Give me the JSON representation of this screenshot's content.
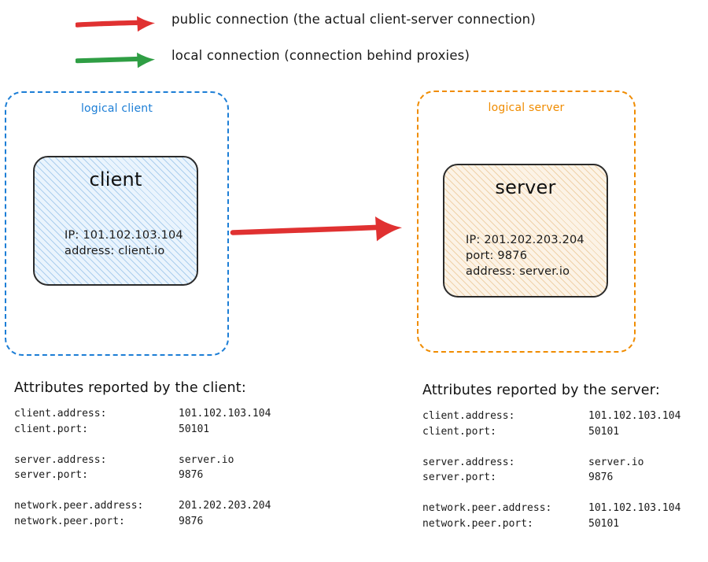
{
  "legend": {
    "items": [
      {
        "icon": "red-arrow-icon",
        "color": "#e03131",
        "label": "public connection (the actual client-server connection)"
      },
      {
        "icon": "green-arrow-icon",
        "color": "#2f9e44",
        "label": "local connection (connection behind proxies)"
      }
    ]
  },
  "diagram": {
    "connection_arrow": {
      "icon": "red-arrow-icon",
      "color": "#e03131",
      "from": "client",
      "to": "server"
    },
    "client_group": {
      "label": "logical client",
      "border_color": "#1c7ed6",
      "node": {
        "title": "client",
        "fill_color": "#eaf4fd",
        "details": [
          "IP: 101.102.103.104",
          "address: client.io"
        ]
      }
    },
    "server_group": {
      "label": "logical server",
      "border_color": "#f08c00",
      "node": {
        "title": "server",
        "fill_color": "#fcf3e6",
        "details": [
          "IP: 201.202.203.204",
          "port: 9876",
          "address: server.io"
        ]
      }
    }
  },
  "attributes_client": {
    "heading": "Attributes reported by the client:",
    "rows": [
      {
        "key": "client.address:",
        "value": "101.102.103.104"
      },
      {
        "key": "client.port:",
        "value": "50101"
      },
      {
        "key": "",
        "value": ""
      },
      {
        "key": "server.address:",
        "value": "server.io"
      },
      {
        "key": "server.port:",
        "value": "9876"
      },
      {
        "key": "",
        "value": ""
      },
      {
        "key": "network.peer.address:",
        "value": "201.202.203.204"
      },
      {
        "key": "network.peer.port:",
        "value": "9876"
      }
    ]
  },
  "attributes_server": {
    "heading": "Attributes reported by the server:",
    "rows": [
      {
        "key": "client.address:",
        "value": "101.102.103.104"
      },
      {
        "key": "client.port:",
        "value": "50101"
      },
      {
        "key": "",
        "value": ""
      },
      {
        "key": "server.address:",
        "value": "server.io"
      },
      {
        "key": "server.port:",
        "value": "9876"
      },
      {
        "key": "",
        "value": ""
      },
      {
        "key": "network.peer.address:",
        "value": "101.102.103.104"
      },
      {
        "key": "network.peer.port:",
        "value": "50101"
      }
    ]
  }
}
